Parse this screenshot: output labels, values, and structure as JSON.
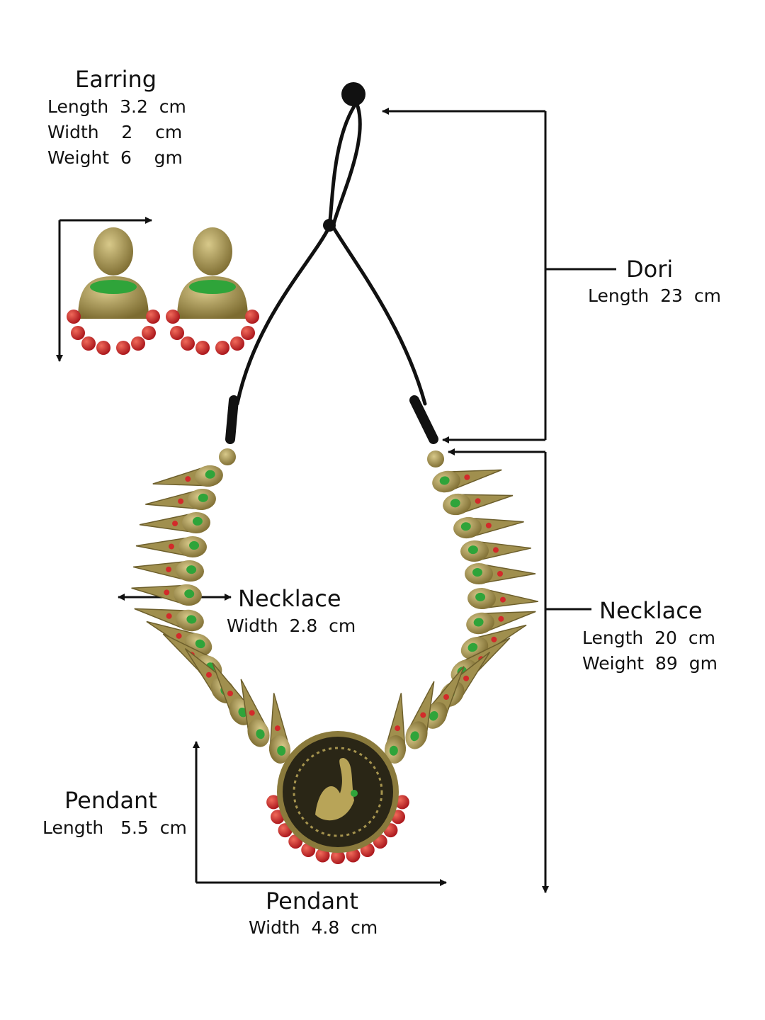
{
  "earring": {
    "title": "Earring",
    "lines": [
      "Length  3.2  cm",
      "Width    2    cm",
      "Weight  6    gm"
    ]
  },
  "dori": {
    "title": "Dori",
    "length": "Length  23  cm"
  },
  "necklace_right": {
    "title": "Necklace",
    "length": "Length  20  cm",
    "weight": "Weight  89  gm"
  },
  "necklace_left": {
    "title": "Necklace",
    "width": "Width  2.8  cm"
  },
  "pendant_left": {
    "title": "Pendant",
    "length": "Length   5.5  cm"
  },
  "pendant_bottom": {
    "title": "Pendant",
    "width": "Width  4.8  cm"
  },
  "colors": {
    "gold": "#9a8a4a",
    "green": "#2fa43a",
    "red": "#d22a2a",
    "cord": "#111111"
  }
}
